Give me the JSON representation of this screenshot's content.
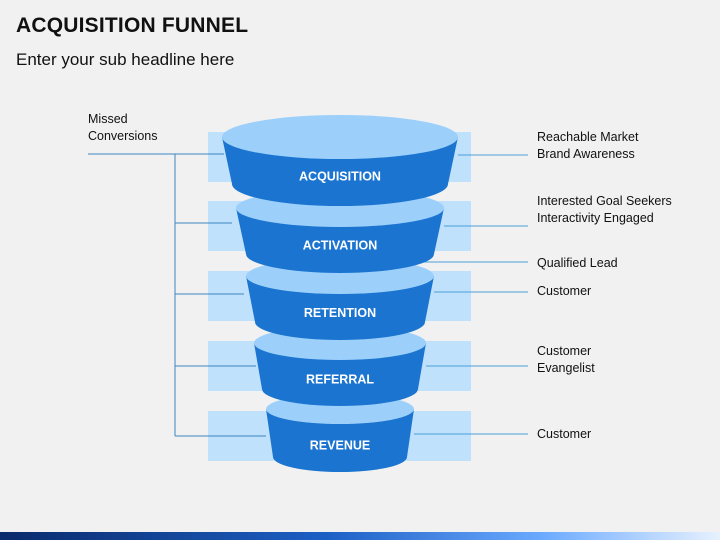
{
  "title": "ACQUISITION FUNNEL",
  "subtitle": "Enter your sub headline here",
  "left_annotation": "Missed\nConversions",
  "stages": [
    {
      "label": "ACQUISITION",
      "note": "Reachable Market\nBrand Awareness"
    },
    {
      "label": "ACTIVATION",
      "note": "Interested Goal Seekers\nInteractivity Engaged"
    },
    {
      "label": "RETENTION",
      "note": "Customer"
    },
    {
      "label": "REFERRAL",
      "note": "Customer\nEvangelist"
    },
    {
      "label": "REVENUE",
      "note": "Customer"
    }
  ],
  "between_note": "Qualified Lead",
  "colors": {
    "funnel_body": "#1b75d0",
    "funnel_top": "#9cd0fb",
    "funnel_text": "#ffffff",
    "band": "#bfe1fc",
    "connector_line": "#4a9fd8",
    "bracket_line": "#3a86c2"
  }
}
